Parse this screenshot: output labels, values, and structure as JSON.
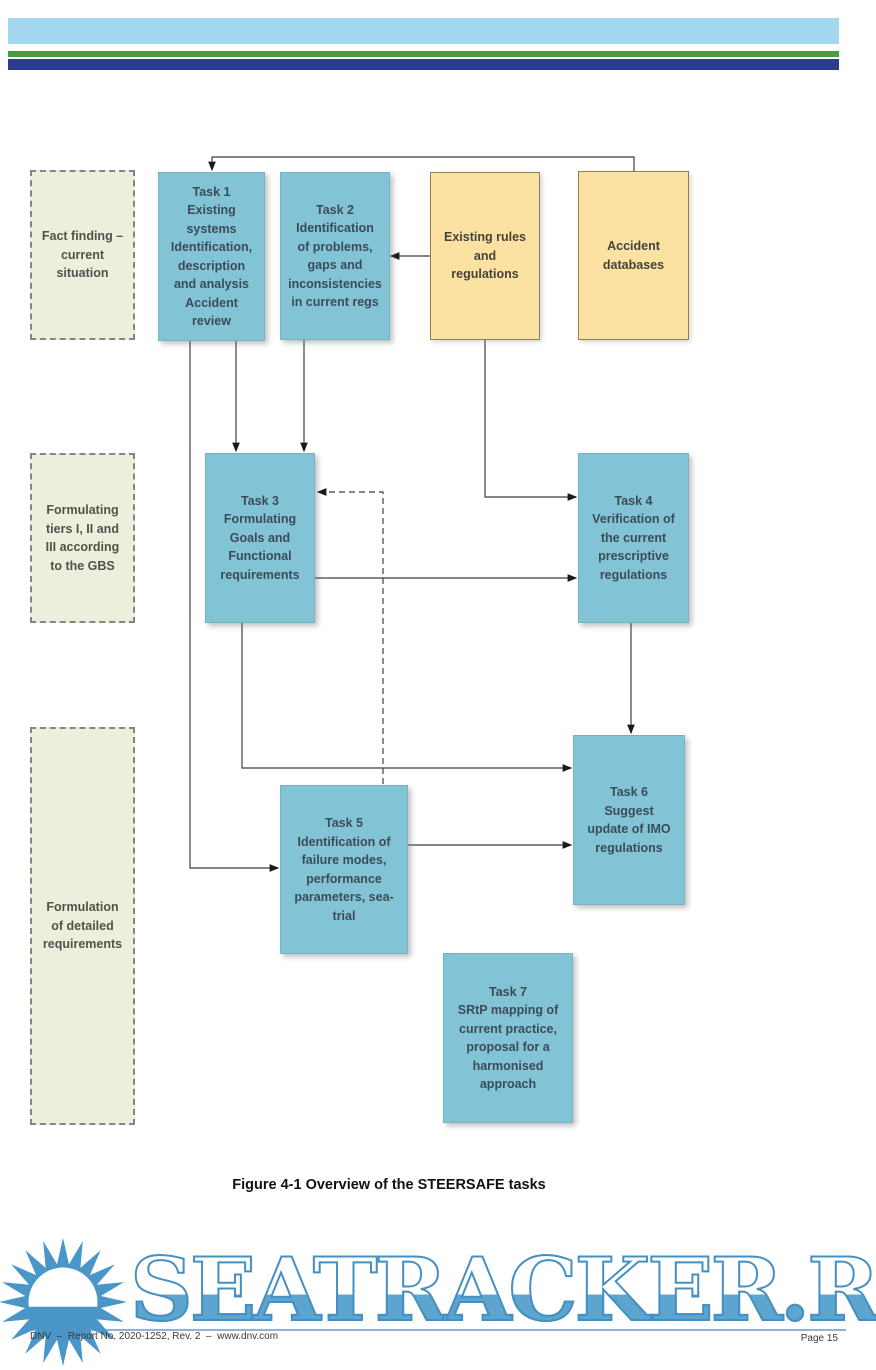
{
  "header": {
    "bar_colors": [
      "#a3d7ef",
      "#459e3f",
      "#2c3b8e"
    ]
  },
  "diagram": {
    "phases": [
      {
        "label": "Fact finding –\ncurrent\nsituation"
      },
      {
        "label": "Formulating\ntiers I, II and\nIII according\nto the GBS"
      },
      {
        "label": "Formulation\nof detailed\nrequirements"
      }
    ],
    "tasks": [
      {
        "label": "Task 1\nExisting\nsystems\nIdentification,\ndescription\nand analysis\nAccident\nreview"
      },
      {
        "label": "Task 2\nIdentification\nof problems,\ngaps and\ninconsistencies\nin current regs"
      },
      {
        "label": "Task 3\nFormulating\nGoals and\nFunctional\nrequirements"
      },
      {
        "label": "Task 4\nVerification of\nthe current\nprescriptive\nregulations"
      },
      {
        "label": "Task 5\nIdentification of\nfailure modes,\nperformance\nparameters, sea-\ntrial"
      },
      {
        "label": "Task 6\nSuggest\nupdate of IMO\nregulations"
      },
      {
        "label": "Task 7\nSRtP mapping of\ncurrent practice,\nproposal for a\nharmonised\napproach"
      }
    ],
    "inputs": [
      {
        "label": "Existing rules\nand\nregulations"
      },
      {
        "label": "Accident\ndatabases"
      }
    ],
    "colors": {
      "task_fill": "#82c4d6",
      "input_fill": "#fbe2a2",
      "phase_fill": "#eaf0dc",
      "connector": "#3f3f3f"
    }
  },
  "caption": "Figure 4-1 Overview of the STEERSAFE tasks",
  "footer": {
    "left": "DNV  –  Report No. 2020-1252, Rev. 2  –  www.dnv.com",
    "page": "Page 15"
  },
  "watermark": {
    "text": "SEATRACKER.RU",
    "color": "#5da4cf"
  }
}
